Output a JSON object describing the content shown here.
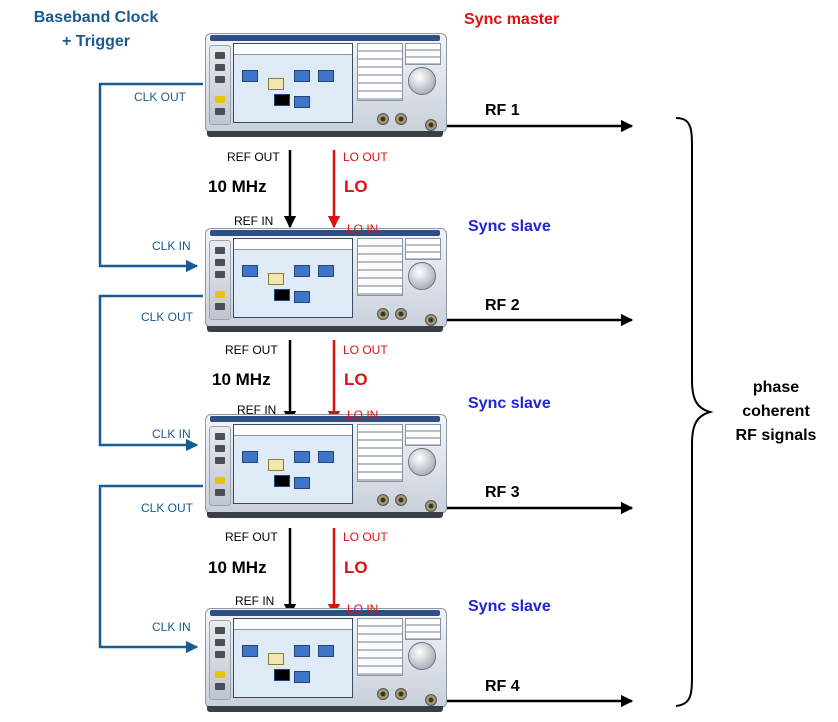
{
  "colors": {
    "clock_line": "#1a5a93",
    "lo_line": "#e01010",
    "ref_line": "#000000",
    "sync_master": "#e01010",
    "sync_slave": "#1f24d6",
    "instrument_top_bar": "#2d4f86"
  },
  "baseband_label": [
    "Baseband Clock",
    "+ Trigger"
  ],
  "master_label": "Sync master",
  "slave_label": "Sync slave",
  "instruments": [
    {
      "role": "Sync master",
      "rf": "RF 1",
      "clk_in": "",
      "clk_out": "CLK OUT",
      "ref_in": "",
      "lo_in": ""
    },
    {
      "role": "Sync slave",
      "rf": "RF 2",
      "clk_in": "CLK IN",
      "clk_out": "CLK OUT",
      "ref_in": "REF IN",
      "lo_in": "LO IN"
    },
    {
      "role": "Sync slave",
      "rf": "RF 3",
      "clk_in": "CLK IN",
      "clk_out": "CLK OUT",
      "ref_in": "REF IN",
      "lo_in": "LO IN"
    },
    {
      "role": "Sync slave",
      "rf": "RF 4",
      "clk_in": "CLK IN",
      "clk_out": "",
      "ref_in": "REF IN",
      "lo_in": "LO IN"
    }
  ],
  "links": [
    {
      "ref_out": "REF OUT",
      "ref_freq": "10 MHz",
      "lo_out": "LO OUT",
      "lo": "LO"
    },
    {
      "ref_out": "REF OUT",
      "ref_freq": "10 MHz",
      "lo_out": "LO OUT",
      "lo": "LO"
    },
    {
      "ref_out": "REF OUT",
      "ref_freq": "10 MHz",
      "lo_out": "LO OUT",
      "lo": "LO"
    }
  ],
  "output_label": [
    "phase",
    "coherent",
    "RF signals"
  ]
}
